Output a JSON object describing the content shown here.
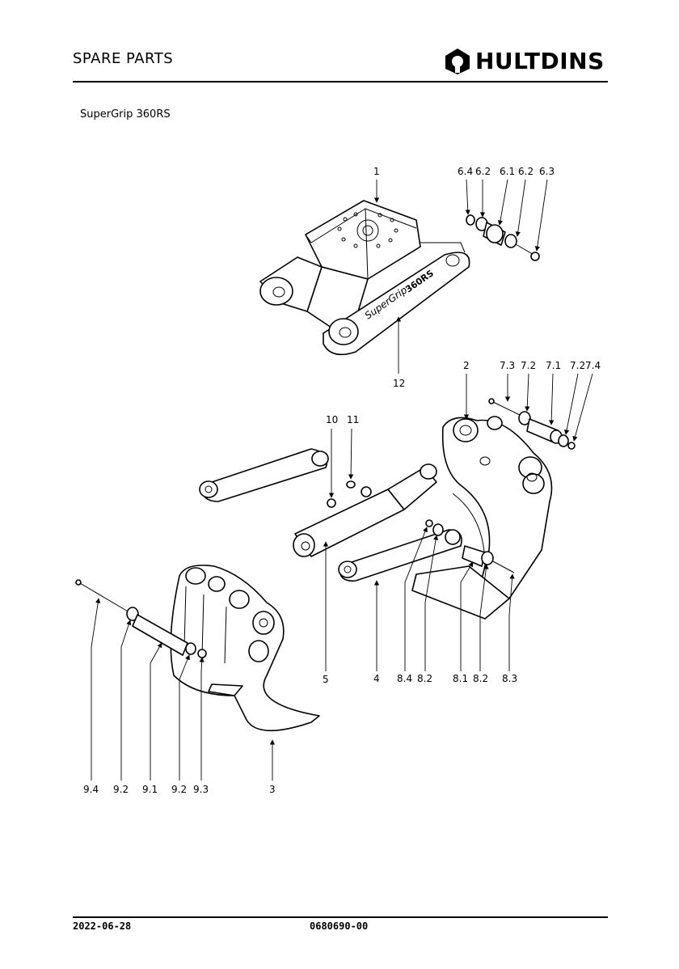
{
  "header": {
    "title": "SPARE PARTS",
    "brand": "HULTDINS"
  },
  "model": "SuperGrip 360RS",
  "callouts": [
    {
      "id": "c1",
      "label": "1"
    },
    {
      "id": "c64",
      "label": "6.4"
    },
    {
      "id": "c62a",
      "label": "6.2"
    },
    {
      "id": "c61",
      "label": "6.1"
    },
    {
      "id": "c62b",
      "label": "6.2"
    },
    {
      "id": "c63",
      "label": "6.3"
    },
    {
      "id": "c12",
      "label": "12"
    },
    {
      "id": "c2",
      "label": "2"
    },
    {
      "id": "c73",
      "label": "7.3"
    },
    {
      "id": "c72a",
      "label": "7.2"
    },
    {
      "id": "c71",
      "label": "7.1"
    },
    {
      "id": "c72b",
      "label": "7.2"
    },
    {
      "id": "c74",
      "label": "7.4"
    },
    {
      "id": "c10",
      "label": "10"
    },
    {
      "id": "c11",
      "label": "11"
    },
    {
      "id": "c5",
      "label": "5"
    },
    {
      "id": "c4",
      "label": "4"
    },
    {
      "id": "c84",
      "label": "8.4"
    },
    {
      "id": "c82a",
      "label": "8.2"
    },
    {
      "id": "c81",
      "label": "8.1"
    },
    {
      "id": "c82b",
      "label": "8.2"
    },
    {
      "id": "c83",
      "label": "8.3"
    },
    {
      "id": "c94",
      "label": "9.4"
    },
    {
      "id": "c92a",
      "label": "9.2"
    },
    {
      "id": "c91",
      "label": "9.1"
    },
    {
      "id": "c92b",
      "label": "9.2"
    },
    {
      "id": "c93",
      "label": "9.3"
    },
    {
      "id": "c3",
      "label": "3"
    }
  ],
  "decal": {
    "script": "SuperGrip",
    "model": "360RS"
  },
  "footer": {
    "date": "2022-06-28",
    "doc_number": "0680690-00"
  },
  "colors": {
    "ink": "#000000",
    "paper": "#ffffff"
  }
}
